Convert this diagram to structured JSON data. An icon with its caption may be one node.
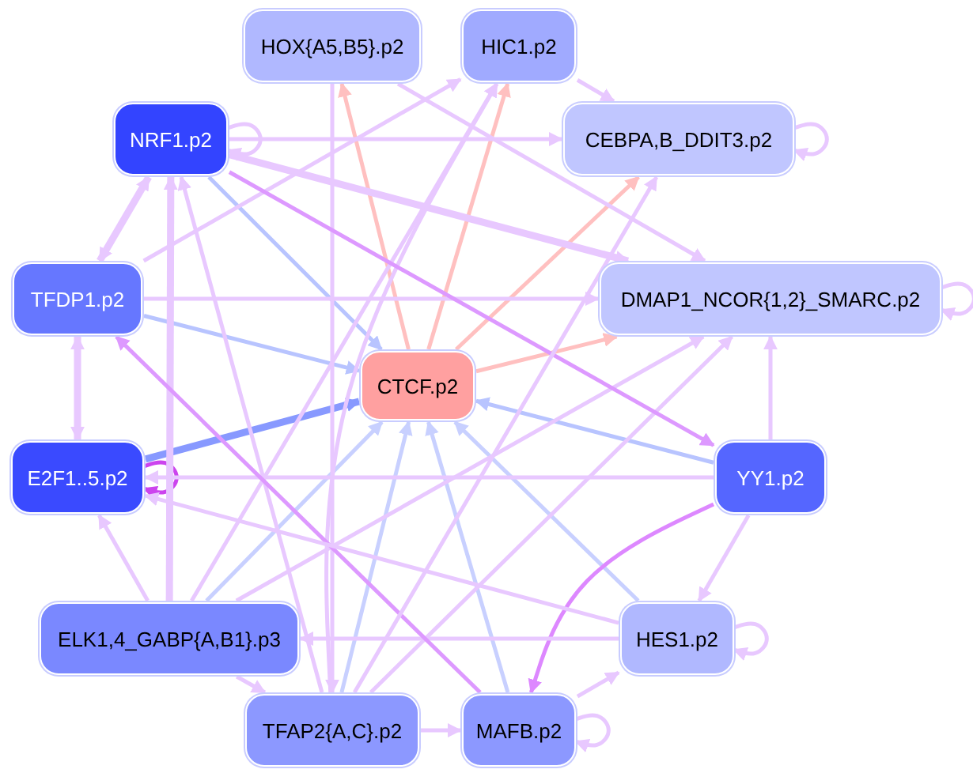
{
  "diagram": {
    "nodes": [
      {
        "text": [
          "HOX{A5,B5}.p2"
        ]
      },
      {
        "text": [
          "HIC1.p2"
        ]
      },
      {
        "text": [
          "NRF1.p2"
        ]
      },
      {
        "text": [
          "CEBPA,B_DDIT3.p2"
        ]
      },
      {
        "text": [
          "TFDP1.p2"
        ]
      },
      {
        "text": [
          "DMAP1_NCOR{1,2}_SMARC.p2"
        ]
      },
      {
        "text": [
          "CTCF.p2"
        ]
      },
      {
        "text": [
          "E2F1..5.p2"
        ]
      },
      {
        "text": [
          "YY1.p2"
        ]
      },
      {
        "text": [
          "ELK1,4_GABP{A,B1}.p3"
        ]
      },
      {
        "text": [
          "HES1.p2"
        ]
      },
      {
        "text": [
          "TFAP2{A,C}.p2"
        ]
      },
      {
        "text": [
          "MAFB.p2"
        ]
      }
    ],
    "edges": [
      {
        "from": 6,
        "to": 0,
        "arrow": "to",
        "color": "#ffc0c0"
      },
      {
        "from": 6,
        "to": 1,
        "arrow": "to",
        "color": "#ffc0c0"
      },
      {
        "from": 6,
        "to": 3,
        "arrow": "to",
        "color": "#ffc0c0"
      },
      {
        "from": 6,
        "to": 5,
        "arrow": "to",
        "color": "#ffc0c0"
      },
      {
        "from": 2,
        "to": 6,
        "arrow": "to",
        "color": "#b8c4ff"
      },
      {
        "from": 4,
        "to": 6,
        "arrow": "to",
        "color": "#b8c4ff"
      },
      {
        "from": 7,
        "to": 6,
        "arrow": "to",
        "color": "#8899ff",
        "style": "thick"
      },
      {
        "from": 8,
        "to": 6,
        "arrow": "to",
        "color": "#b8c4ff"
      },
      {
        "from": 9,
        "to": 6,
        "arrow": "to",
        "color": "#c8d0ff"
      },
      {
        "from": 11,
        "to": 6,
        "arrow": "to",
        "color": "#c8d0ff"
      },
      {
        "from": 12,
        "to": 6,
        "arrow": "to",
        "color": "#c8d0ff"
      },
      {
        "from": 10,
        "to": 6,
        "arrow": "to",
        "color": "#c8d0ff"
      },
      {
        "from": 2,
        "to": 3,
        "arrow": "to"
      },
      {
        "from": 2,
        "to": 5,
        "arrow": "to",
        "style": "thick"
      },
      {
        "from": 2,
        "to": 2,
        "arrow": "to"
      },
      {
        "from": 3,
        "to": 3,
        "arrow": "to"
      },
      {
        "from": 5,
        "to": 5,
        "arrow": "to"
      },
      {
        "from": 7,
        "to": 7,
        "arrow": "to",
        "color": "#cc44ee"
      },
      {
        "from": 10,
        "to": 10,
        "arrow": "to"
      },
      {
        "from": 12,
        "to": 12,
        "arrow": "to"
      },
      {
        "from": 4,
        "to": 2,
        "arrow": "both",
        "style": "thick"
      },
      {
        "from": 4,
        "to": 7,
        "arrow": "both",
        "style": "thick"
      },
      {
        "from": 4,
        "to": 5,
        "arrow": "to"
      },
      {
        "from": 4,
        "to": 1,
        "arrow": "to"
      },
      {
        "from": 1,
        "to": 3,
        "arrow": "to"
      },
      {
        "from": 0,
        "to": 5,
        "arrow": "to"
      },
      {
        "from": 0,
        "to": 11,
        "arrow": "to"
      },
      {
        "from": 8,
        "to": 7,
        "arrow": "to"
      },
      {
        "from": 8,
        "to": 12,
        "arrow": "to",
        "color": "#dd88ff"
      },
      {
        "from": 8,
        "to": 10,
        "arrow": "to"
      },
      {
        "from": 9,
        "to": 2,
        "arrow": "to",
        "style": "thick"
      },
      {
        "from": 9,
        "to": 1,
        "arrow": "to"
      },
      {
        "from": 9,
        "to": 7,
        "arrow": "to"
      },
      {
        "from": 11,
        "to": 1,
        "arrow": "to"
      },
      {
        "from": 11,
        "to": 2,
        "arrow": "to"
      },
      {
        "from": 11,
        "to": 12,
        "arrow": "to"
      },
      {
        "from": 12,
        "to": 10,
        "arrow": "to"
      },
      {
        "from": 10,
        "to": 9,
        "arrow": "to"
      },
      {
        "from": 9,
        "to": 11,
        "arrow": "to"
      },
      {
        "from": 9,
        "to": 5,
        "arrow": "to"
      },
      {
        "from": 11,
        "to": 5,
        "arrow": "to"
      },
      {
        "from": 2,
        "to": 8,
        "arrow": "to",
        "color": "#dd99ff"
      },
      {
        "from": 12,
        "to": 4,
        "arrow": "to",
        "color": "#dd99ff"
      },
      {
        "from": 11,
        "to": 3,
        "arrow": "to"
      },
      {
        "from": 8,
        "to": 5,
        "arrow": "to"
      },
      {
        "from": 10,
        "to": 7,
        "arrow": "to"
      }
    ]
  }
}
